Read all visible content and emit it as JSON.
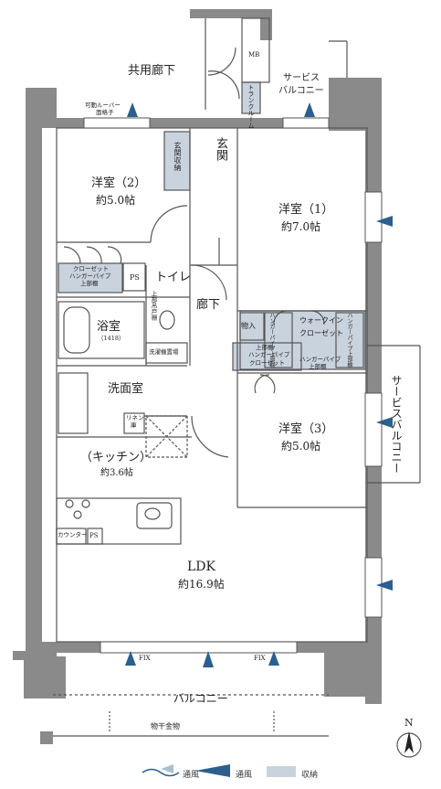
{
  "corridor": "共用廊下",
  "service_balcony_top": [
    "サービス",
    "バルコニー"
  ],
  "service_balcony_right": "サービスバルコニー",
  "mb": "MB",
  "trunk_room": "トランクルーム",
  "louver": [
    "可動ルーバー",
    "面格子"
  ],
  "entrance": "玄関",
  "entrance_storage": "玄関収納",
  "western1": {
    "name": "洋室（1）",
    "size": "約7.0帖"
  },
  "western2": {
    "name": "洋室（2）",
    "size": "約5.0帖"
  },
  "western3": {
    "name": "洋室（3）",
    "size": "約5.0帖"
  },
  "closet_w2": [
    "クローゼット",
    "ハンガーパイプ",
    "上部棚"
  ],
  "ps": "PS",
  "toilet": "トイレ",
  "toilet_shelf": "上部吊戸棚",
  "hallway": "廊下",
  "bath": {
    "name": "浴室",
    "size": "（1418）"
  },
  "washer": "洗濯機置場",
  "washroom": "洗面室",
  "linen": [
    "リネン",
    "庫"
  ],
  "storage": "物入",
  "walkin": [
    "ウォークイン",
    "クローゼット"
  ],
  "hanger_shelf_v": "ハンガーパイプ上部棚",
  "closet_w3": [
    "上部棚",
    "ハンガーパイプ",
    "クローゼット"
  ],
  "hanger_shelf_h": [
    "ハンガーパイプ",
    "上部棚"
  ],
  "kitchen": {
    "name": "（キッチン）",
    "size": "約3.6帖"
  },
  "counter": "カウンター",
  "ldk": {
    "name": "LDK",
    "size": "約16.9帖"
  },
  "fix": "FIX",
  "balcony": "バルコニー",
  "drying": "物干金物",
  "north": "N",
  "legend": {
    "vent1": "通風",
    "vent2": "通風",
    "storage": "収納"
  },
  "colors": {
    "wall": "#8a8a8a",
    "storage": "#c9d3de",
    "vent": "#2a5f8f",
    "line": "#555555"
  }
}
